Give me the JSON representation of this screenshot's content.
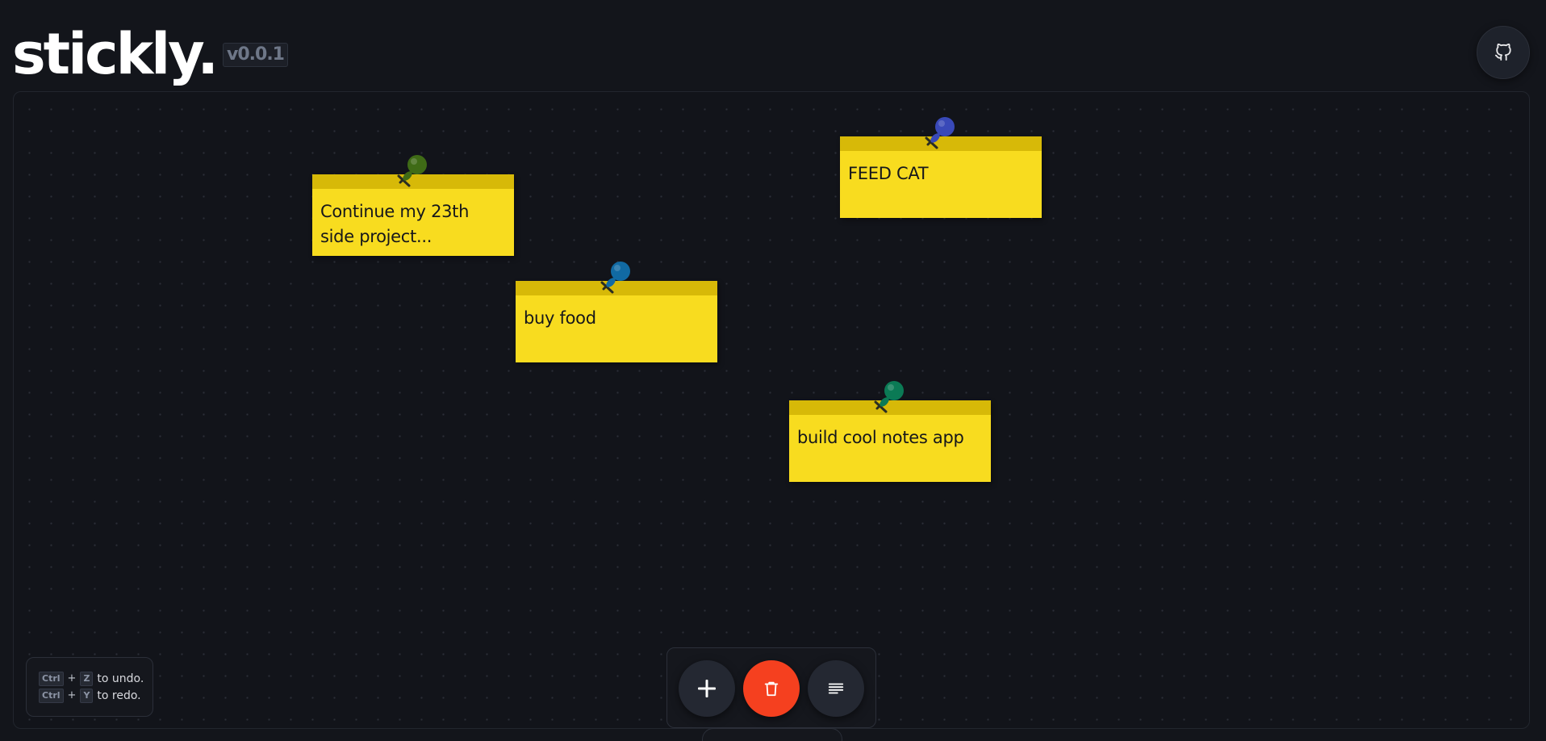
{
  "header": {
    "logo": "stickly.",
    "version": "v0.0.1",
    "github_icon": "github-icon"
  },
  "notes": [
    {
      "text": "Continue my 23th side project...",
      "pin_color": "#3f6b16"
    },
    {
      "text": "FEED CAT",
      "pin_color": "#3949b8"
    },
    {
      "text": "buy food",
      "pin_color": "#116aa3"
    },
    {
      "text": "build cool notes app",
      "pin_color": "#0b7a55"
    }
  ],
  "colors": {
    "note": "#f8dc1f",
    "note_strip": "#d7b908",
    "background": "#13151b",
    "delete_button": "#f5401f"
  },
  "hints": {
    "undo": {
      "key1": "Ctrl",
      "plus": "+",
      "key2": "Z",
      "label": "to undo."
    },
    "redo": {
      "key1": "Ctrl",
      "plus": "+",
      "key2": "Y",
      "label": "to redo."
    }
  },
  "toolbar": {
    "add_icon": "plus-icon",
    "delete_icon": "trash-icon",
    "format_icon": "align-text-icon"
  }
}
